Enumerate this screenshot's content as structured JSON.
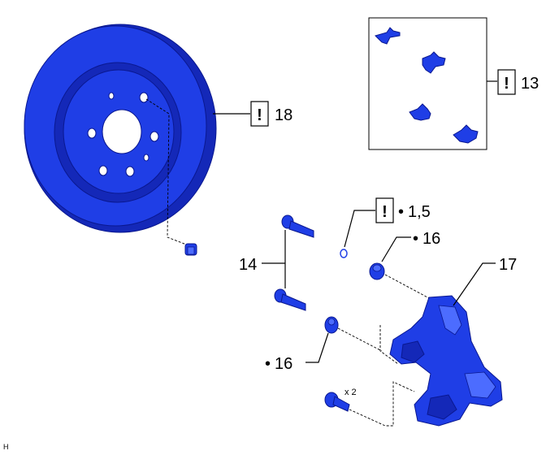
{
  "labels": {
    "disc": "18",
    "kit": "13",
    "pin": "1,5",
    "boot_upper": "16",
    "boot_lower": "16",
    "bolts": "14",
    "caliper": "17",
    "qty": "x 2",
    "corner": "H"
  },
  "symbols": {
    "caution": "!",
    "bullet": "•"
  },
  "colors": {
    "part": "#1f3ee6",
    "part_dark": "#1428b8",
    "part_light": "#4c6cff",
    "outline": "#0a1890"
  }
}
